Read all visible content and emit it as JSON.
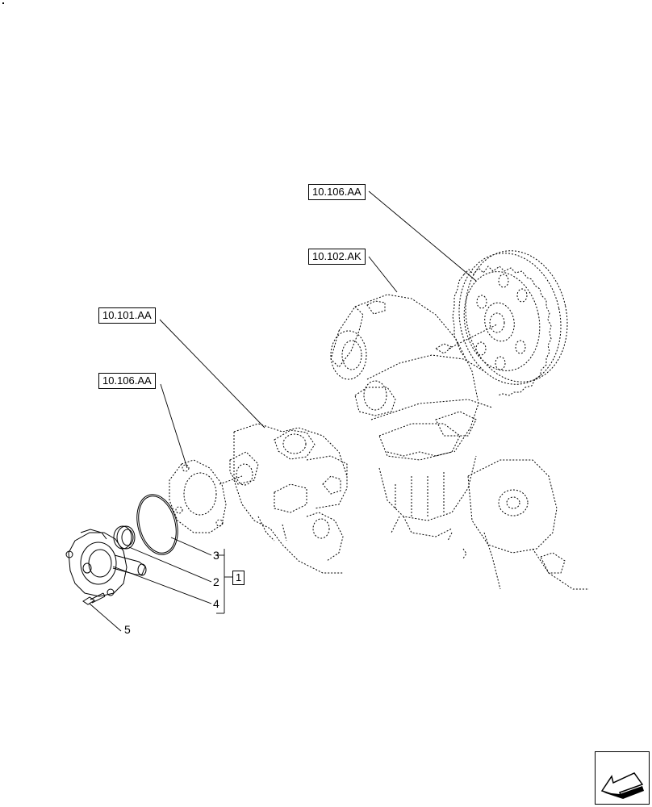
{
  "diagram": {
    "references": {
      "ref_top": "10.106.AA",
      "ref_mid": "10.102.AK",
      "ref_left_upper": "10.101.AA",
      "ref_left_lower": "10.106.AA"
    },
    "callouts": {
      "item_3": "3",
      "item_2": "2",
      "item_4": "4",
      "item_5": "5",
      "group_1": "1"
    },
    "icons": {
      "nav": "arrow-next-page-icon"
    }
  }
}
